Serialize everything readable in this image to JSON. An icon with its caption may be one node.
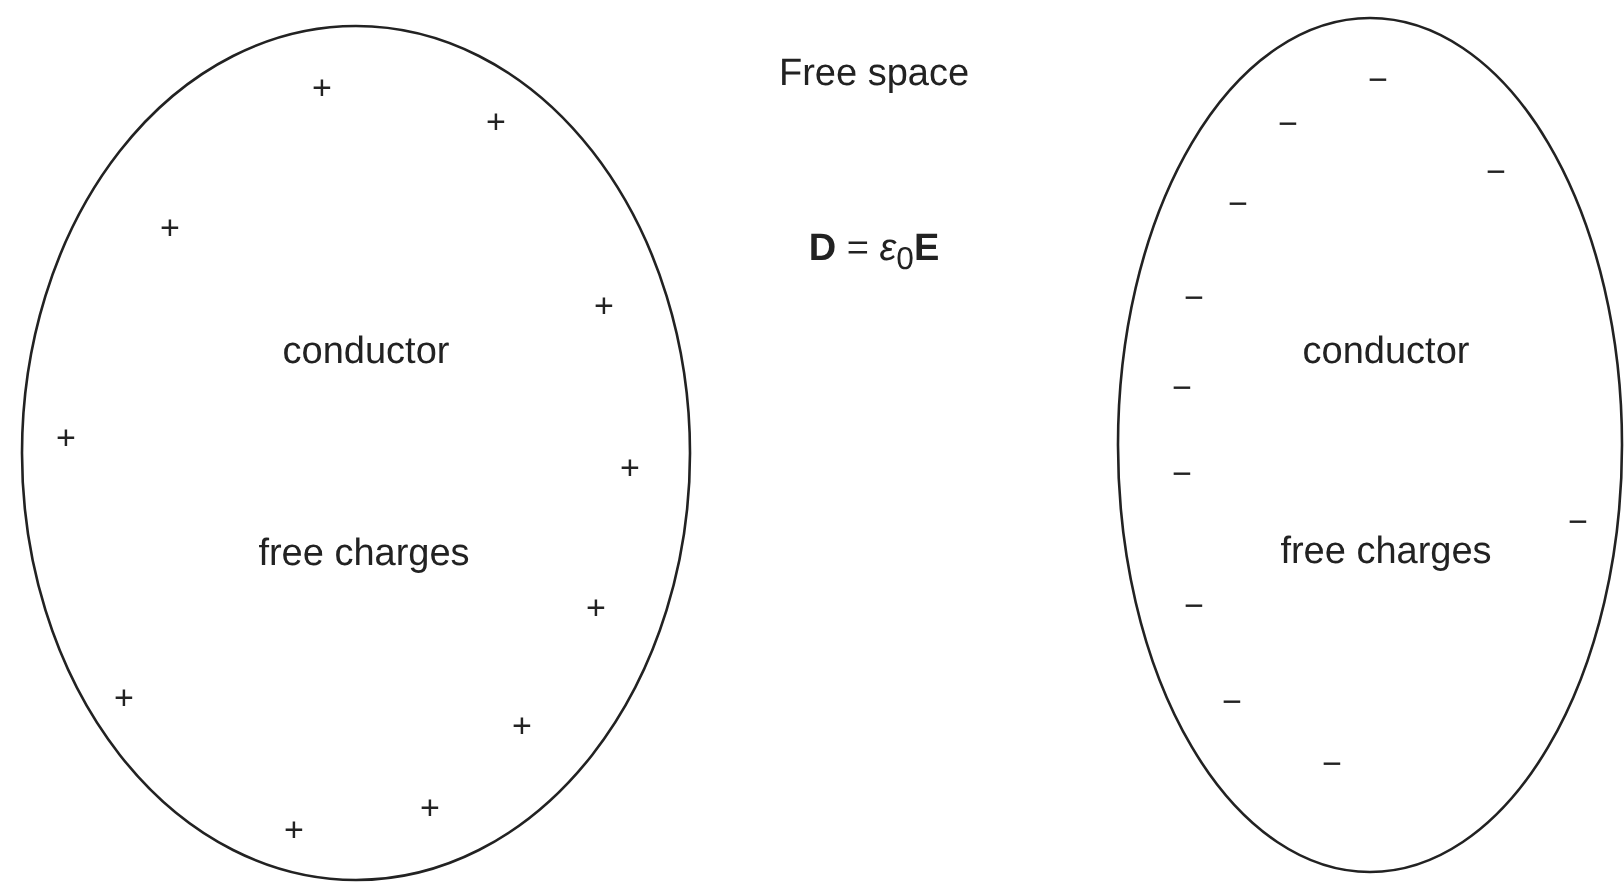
{
  "diagram": {
    "nodes": [
      {
        "text": [
          "conductor",
          "free charges"
        ]
      },
      {
        "text": [
          "conductor",
          "free charges"
        ]
      }
    ],
    "edges": [],
    "labels": [
      "Free space",
      "**D** = *ε*$_{0}$**E**",
      "+",
      "+",
      "+",
      "+",
      "+",
      "+",
      "+",
      "+",
      "+",
      "+",
      "+",
      "−",
      "−",
      "−",
      "−",
      "−",
      "−",
      "−",
      "−",
      "−",
      "−",
      "−"
    ]
  }
}
